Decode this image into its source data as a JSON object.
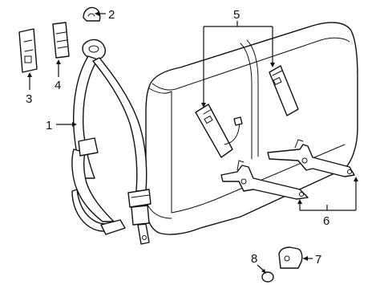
{
  "callouts": [
    {
      "id": "1",
      "label": "1",
      "part": "lap-shoulder-belt-assembly"
    },
    {
      "id": "2",
      "label": "2",
      "part": "guide-cover"
    },
    {
      "id": "3",
      "label": "3",
      "part": "anchor-plate"
    },
    {
      "id": "4",
      "label": "4",
      "part": "buckle-cover"
    },
    {
      "id": "5",
      "label": "5",
      "part": "center-seat-belt-buckle"
    },
    {
      "id": "6",
      "label": "6",
      "part": "rear-seat-belt-anchor-bracket"
    },
    {
      "id": "7",
      "label": "7",
      "part": "retractor-cover"
    },
    {
      "id": "8",
      "label": "8",
      "part": "cap"
    }
  ]
}
